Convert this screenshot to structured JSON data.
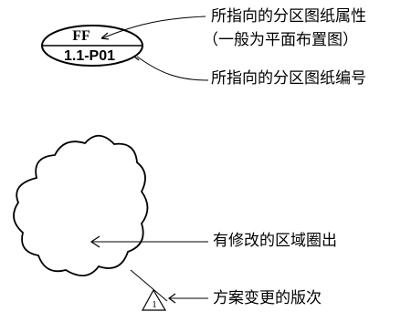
{
  "symbol_ellipse": {
    "top_text": "FF",
    "bottom_text": "1.1-P01"
  },
  "annotations": {
    "line1": "所指向的分区图纸属性",
    "line2": "（一般为平面布置图）",
    "line3": "所指向的分区图纸编号",
    "cloud_label": "有修改的区域圈出",
    "revision_label": "方案变更的版次"
  },
  "revision_triangle": {
    "number": "1"
  }
}
